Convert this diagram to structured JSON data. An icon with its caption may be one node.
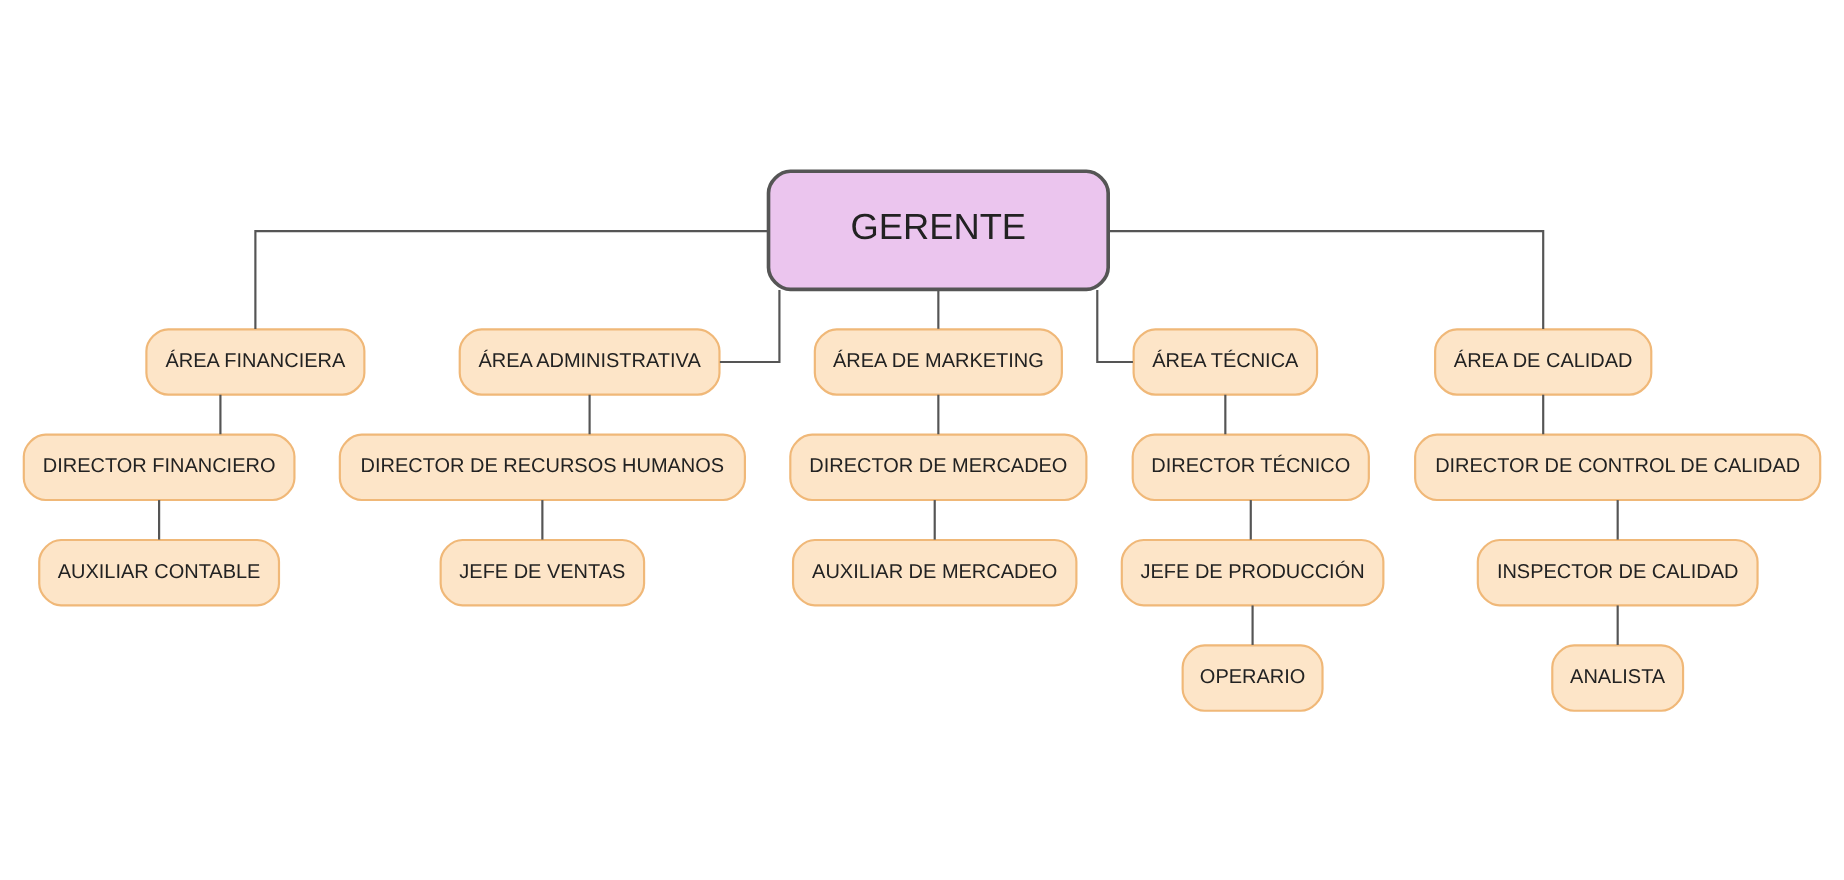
{
  "diagram": {
    "nodes": [
      {
        "text": [
          "GERENTE"
        ]
      },
      {
        "text": [
          "ÁREA FINANCIERA"
        ]
      },
      {
        "text": [
          "ÁREA ADMINISTRATIVA"
        ]
      },
      {
        "text": [
          "ÁREA DE MARKETING"
        ]
      },
      {
        "text": [
          "ÁREA TÉCNICA"
        ]
      },
      {
        "text": [
          "ÁREA DE CALIDAD"
        ]
      },
      {
        "text": [
          "DIRECTOR FINANCIERO"
        ]
      },
      {
        "text": [
          "DIRECTOR DE RECURSOS HUMANOS"
        ]
      },
      {
        "text": [
          "DIRECTOR DE MERCADEO"
        ]
      },
      {
        "text": [
          "DIRECTOR TÉCNICO"
        ]
      },
      {
        "text": [
          "DIRECTOR DE CONTROL DE CALIDAD"
        ]
      },
      {
        "text": [
          "AUXILIAR CONTABLE"
        ]
      },
      {
        "text": [
          "JEFE DE VENTAS"
        ]
      },
      {
        "text": [
          "AUXILIAR DE MERCADEO"
        ]
      },
      {
        "text": [
          "JEFE DE PRODUCCIÓN"
        ]
      },
      {
        "text": [
          "INSPECTOR DE CALIDAD"
        ]
      },
      {
        "text": [
          "OPERARIO"
        ]
      },
      {
        "text": [
          "ANALISTA"
        ]
      }
    ],
    "edges": [
      {
        "from": 0,
        "to": 1,
        "arrow": "none"
      },
      {
        "from": 0,
        "to": 2,
        "arrow": "none"
      },
      {
        "from": 0,
        "to": 3,
        "arrow": "none"
      },
      {
        "from": 0,
        "to": 4,
        "arrow": "none"
      },
      {
        "from": 0,
        "to": 5,
        "arrow": "none"
      },
      {
        "from": 1,
        "to": 6,
        "arrow": "none"
      },
      {
        "from": 2,
        "to": 7,
        "arrow": "none"
      },
      {
        "from": 3,
        "to": 8,
        "arrow": "none"
      },
      {
        "from": 4,
        "to": 9,
        "arrow": "none"
      },
      {
        "from": 5,
        "to": 10,
        "arrow": "none"
      },
      {
        "from": 6,
        "to": 11,
        "arrow": "none"
      },
      {
        "from": 7,
        "to": 12,
        "arrow": "none"
      },
      {
        "from": 8,
        "to": 13,
        "arrow": "none"
      },
      {
        "from": 9,
        "to": 14,
        "arrow": "none"
      },
      {
        "from": 10,
        "to": 15,
        "arrow": "none"
      },
      {
        "from": 14,
        "to": 16,
        "arrow": "none"
      },
      {
        "from": 15,
        "to": 17,
        "arrow": "none"
      }
    ]
  }
}
